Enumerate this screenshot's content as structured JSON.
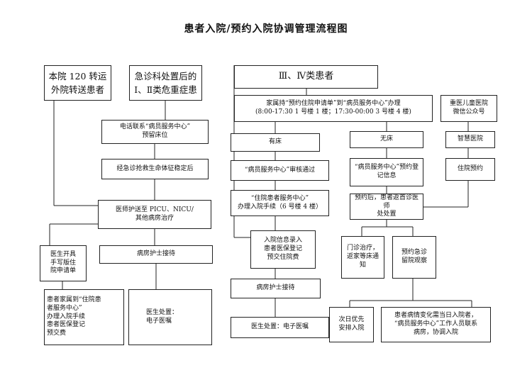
{
  "title": "患者入院/预约入院协调管理流程图",
  "nodes": {
    "a1": "本院 120 转运\n外院转送患者",
    "a2": "急诊科处置后的\nⅠ、Ⅱ类危重症患",
    "a3": "电话联系“病员服务中心”\n预留床位",
    "a4": "经急诊抢救生命体征稳定后",
    "a5": "医师护送至 PICU、NICU/\n其他病房治疗",
    "a6": "医生开具\n手写版住\n院申请单",
    "a7": "病房护士接待",
    "a8": "患者家属到“住院患\n者服务中心”\n办理入院手续\n患者医保登记\n预交费",
    "a9": "医生处置：\n电子医嘱",
    "b0": "Ⅲ、Ⅳ类患者",
    "b1": "家属持“预约住院申请单”到“病员服务中心”办理\n(8:00-17:30 1 号楼 1 楼；17:30-00:00 3 号楼 4 楼)",
    "b2": "有床",
    "b3": "“病员服务中心”审核通过",
    "b4": "“住院患者服务中心”\n办理入院手续（6 号楼 4 楼）",
    "b5": "入院信息录入\n患者医保登记\n预交住院费",
    "b6": "病房护士接待",
    "b7": "医生处置：电子医嘱",
    "c1": "无床",
    "c2": "“病员服务中心”预约登\n记信息",
    "c3": "预约后，患者返首诊医师\n处处置",
    "c4": "门诊治疗，\n返家等床通\n知",
    "c5": "预约急诊\n留院观察",
    "c6": "次日优先\n安排入院",
    "c7": "患者病情变化需当日入院者，\n“病员服务中心”工作人员联系\n病房，协调入院",
    "d1": "重医儿童医院\n微信公众号",
    "d2": "智慧医院",
    "d3": "住院预约"
  }
}
